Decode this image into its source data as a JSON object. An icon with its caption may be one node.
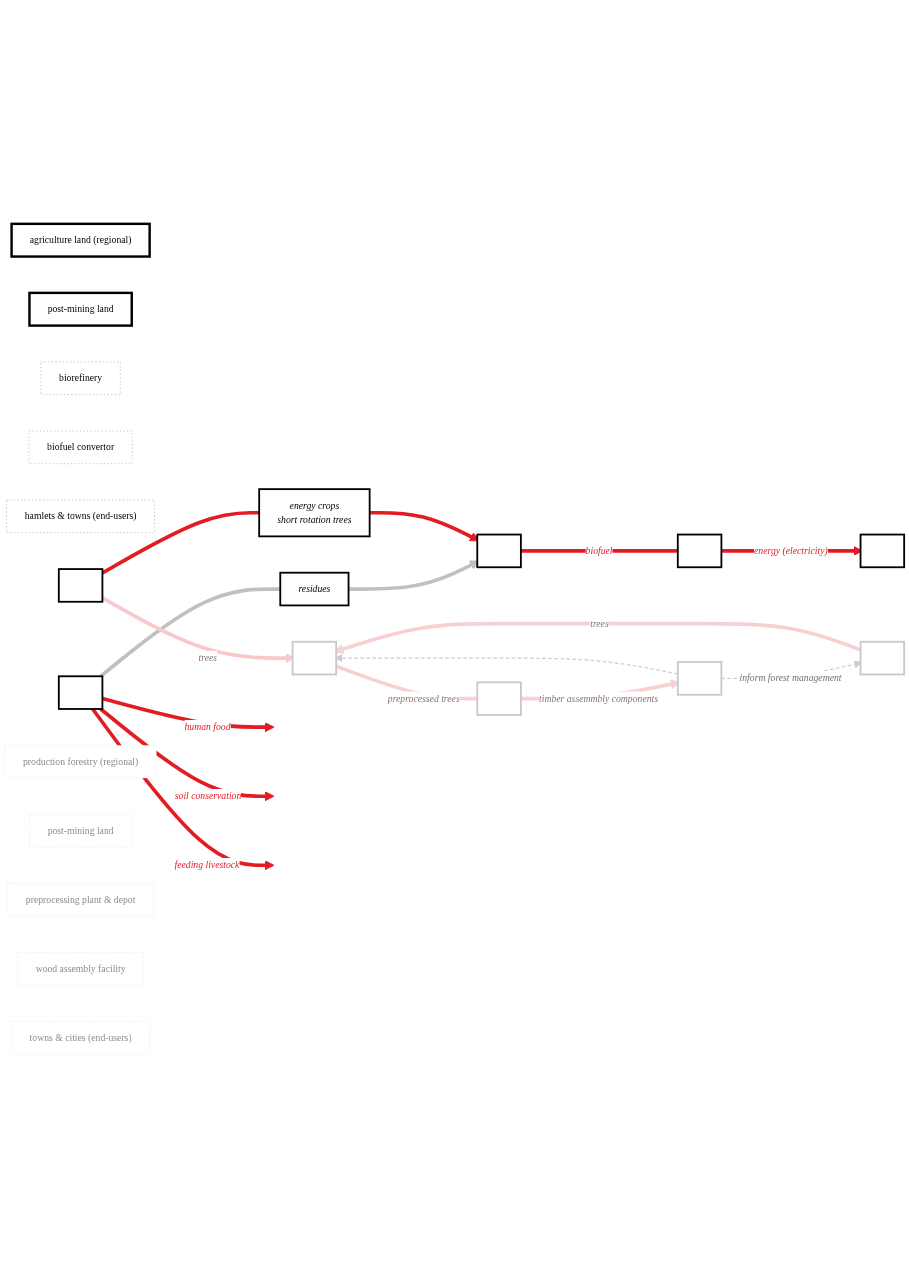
{
  "diagram": {
    "nodes": [
      {
        "text": [
          "agriculture land (regional)"
        ]
      },
      {
        "text": [
          "post-mining land"
        ]
      },
      {
        "text": [
          "biorefinery"
        ]
      },
      {
        "text": [
          "biofuel convertor"
        ]
      },
      {
        "text": [
          "hamlets & towns (end-users)"
        ]
      },
      {
        "text": [],
        "shape": "box"
      },
      {
        "text": [
          "residues"
        ]
      },
      {
        "text": [
          "energy crops",
          "short rotation trees"
        ]
      },
      {
        "text": [],
        "shape": "box"
      },
      {
        "text": [],
        "shape": "box"
      },
      {
        "text": [],
        "shape": "box"
      },
      {
        "text": [],
        "shape": "box"
      },
      {
        "text": [],
        "shape": "box"
      },
      {
        "text": [],
        "shape": "box"
      },
      {
        "text": [],
        "shape": "box"
      },
      {
        "text": [],
        "shape": "box"
      },
      {
        "text": [
          "production forestry (regional)"
        ]
      },
      {
        "text": [
          "post-mining land"
        ]
      },
      {
        "text": [
          "preprocessing plant & depot"
        ]
      },
      {
        "text": [
          "wood assembly facility"
        ]
      },
      {
        "text": [
          "towns & cities (end-users)"
        ]
      }
    ],
    "edges": [
      {
        "from": 5,
        "to": null,
        "arrow": "to",
        "label": "human food"
      },
      {
        "from": 5,
        "to": null,
        "arrow": "to",
        "label": "soil conservation"
      },
      {
        "from": 5,
        "to": null,
        "arrow": "to",
        "label": "feeding livestock"
      },
      {
        "from": 5,
        "to": 6,
        "arrow": "none",
        "color": "#c0c0c0"
      },
      {
        "from": 6,
        "to": 8,
        "arrow": "to",
        "color": "#c0c0c0"
      },
      {
        "from": 11,
        "to": 7,
        "arrow": "none"
      },
      {
        "from": 7,
        "to": 8,
        "arrow": "to"
      },
      {
        "from": 8,
        "to": 9,
        "arrow": "none",
        "label": "biofuel"
      },
      {
        "from": 9,
        "to": 10,
        "arrow": "to",
        "label": "energy (electricity)"
      },
      {
        "from": 11,
        "to": 12,
        "arrow": "to",
        "label": "trees",
        "color": "#f8c8cb"
      },
      {
        "from": 15,
        "to": 12,
        "arrow": "to",
        "label": "trees",
        "color": "#f8d0d2"
      },
      {
        "from": 12,
        "to": 13,
        "arrow": "none",
        "label": "preprocessed trees",
        "color": "#f8d0d2"
      },
      {
        "from": 13,
        "to": 14,
        "arrow": "to",
        "label": "timber assemmbly components",
        "color": "#f8d0d2"
      },
      {
        "from": 14,
        "to": 15,
        "arrow": "to",
        "label": "inform forest management",
        "style": "dashed",
        "color": "#cccccc"
      },
      {
        "from": 14,
        "to": 12,
        "arrow": "to",
        "style": "dashed",
        "color": "#cccccc"
      }
    ]
  }
}
